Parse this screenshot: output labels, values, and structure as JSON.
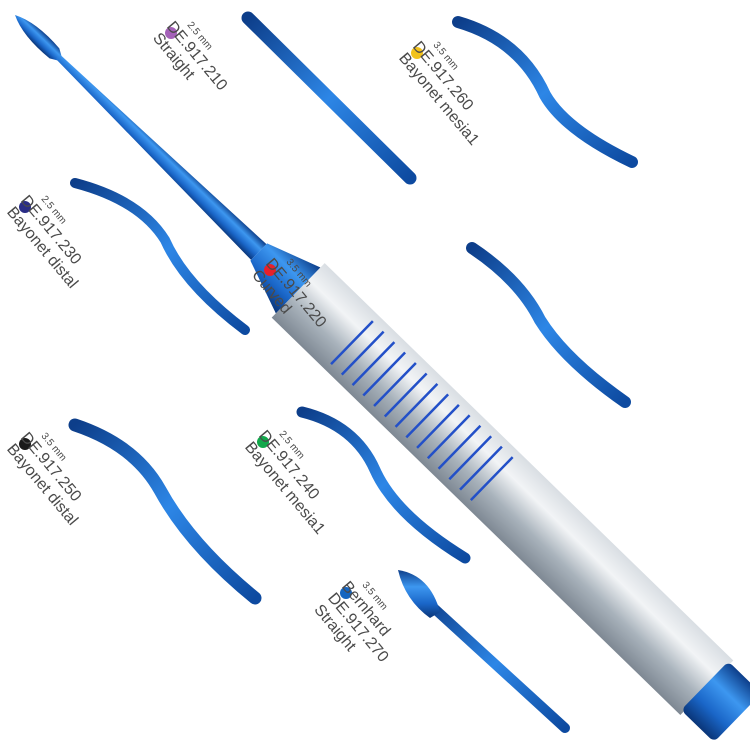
{
  "colors": {
    "blue": "#1f6fd0",
    "dark_blue": "#0d3e8a",
    "steel": "#b9c2ca"
  },
  "products": [
    {
      "dot_color": "#a461b8",
      "size": "2.5 mm",
      "code": "DE.917.210",
      "type": "Straight"
    },
    {
      "dot_color": "#f2c21b",
      "size": "3.5 mm",
      "code": "DE.917.260",
      "type": "Bayonet mesia1"
    },
    {
      "dot_color": "#2a2d86",
      "size": "2.5 mm",
      "code": "DE.917.230",
      "type": "Bayonet distal"
    },
    {
      "dot_color": "#e8202a",
      "size": "3.5 mm",
      "code": "DE.917.220",
      "type": "Curved"
    },
    {
      "dot_color": "#1a1a1a",
      "size": "3.5 mm",
      "code": "DE.917.250",
      "type": "Bayonet distal"
    },
    {
      "dot_color": "#12a84b",
      "size": "2.5 mm",
      "code": "DE.917.240",
      "type": "Bayonet mesia1"
    },
    {
      "dot_color": "#1565c0",
      "size": "3.5 mm",
      "name": "Bernhard",
      "code": "DE.917.270",
      "type": "Straight"
    }
  ]
}
